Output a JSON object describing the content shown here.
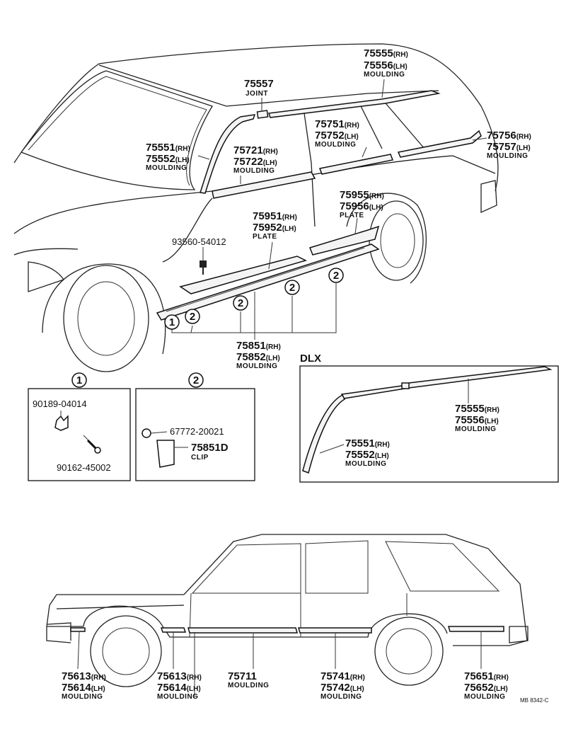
{
  "callouts": {
    "roof_moulding": {
      "pn1": "75555",
      "s1": "(RH)",
      "pn2": "75556",
      "s2": "(LH)",
      "name": "MOULDING"
    },
    "joint": {
      "pn": "75557",
      "name": "JOINT"
    },
    "pillar_moulding": {
      "pn1": "75551",
      "s1": "(RH)",
      "pn2": "75552",
      "s2": "(LH)",
      "name": "MOULDING"
    },
    "front_door_moulding": {
      "pn1": "75721",
      "s1": "(RH)",
      "pn2": "75722",
      "s2": "(LH)",
      "name": "MOULDING"
    },
    "rear_door_moulding": {
      "pn1": "75751",
      "s1": "(RH)",
      "pn2": "75752",
      "s2": "(LH)",
      "name": "MOULDING"
    },
    "quarter_moulding": {
      "pn1": "75756",
      "s1": "(RH)",
      "pn2": "75757",
      "s2": "(LH)",
      "name": "MOULDING"
    },
    "rear_plate": {
      "pn1": "75955",
      "s1": "(RH)",
      "pn2": "75956",
      "s2": "(LH)",
      "name": "PLATE"
    },
    "front_plate": {
      "pn1": "75951",
      "s1": "(RH)",
      "pn2": "75952",
      "s2": "(LH)",
      "name": "PLATE"
    },
    "screw": {
      "pn": "93560-54012"
    },
    "rocker_moulding": {
      "pn1": "75851",
      "s1": "(RH)",
      "pn2": "75852",
      "s2": "(LH)",
      "name": "MOULDING"
    }
  },
  "markers": {
    "one": "1",
    "two": "2"
  },
  "detail1": {
    "marker": "1",
    "part_a": "90189-04014",
    "part_b": "90162-45002"
  },
  "detail2": {
    "marker": "2",
    "part_a": "67772-20021",
    "part_b": "75851D",
    "part_b_name": "CLIP"
  },
  "dlx": {
    "title": "DLX",
    "roof": {
      "pn1": "75555",
      "s1": "(RH)",
      "pn2": "75556",
      "s2": "(LH)",
      "name": "MOULDING"
    },
    "pillar": {
      "pn1": "75551",
      "s1": "(RH)",
      "pn2": "75552",
      "s2": "(LH)",
      "name": "MOULDING"
    }
  },
  "lower": {
    "front_fender": {
      "pn1": "75613",
      "s1": "(RH)",
      "pn2": "75614",
      "s2": "(LH)",
      "name": "MOULDING"
    },
    "front_door_lower": {
      "pn1": "75613",
      "s1": "(RH)",
      "pn2": "75614",
      "s2": "(LH)",
      "name": "MOULDING"
    },
    "front_door": {
      "pn": "75711",
      "name": "MOULDING"
    },
    "rear_door": {
      "pn1": "75741",
      "s1": "(RH)",
      "pn2": "75742",
      "s2": "(LH)",
      "name": "MOULDING"
    },
    "rear_quarter": {
      "pn1": "75651",
      "s1": "(RH)",
      "pn2": "75652",
      "s2": "(LH)",
      "name": "MOULDING"
    }
  },
  "ref_code": "MB 8342-C"
}
